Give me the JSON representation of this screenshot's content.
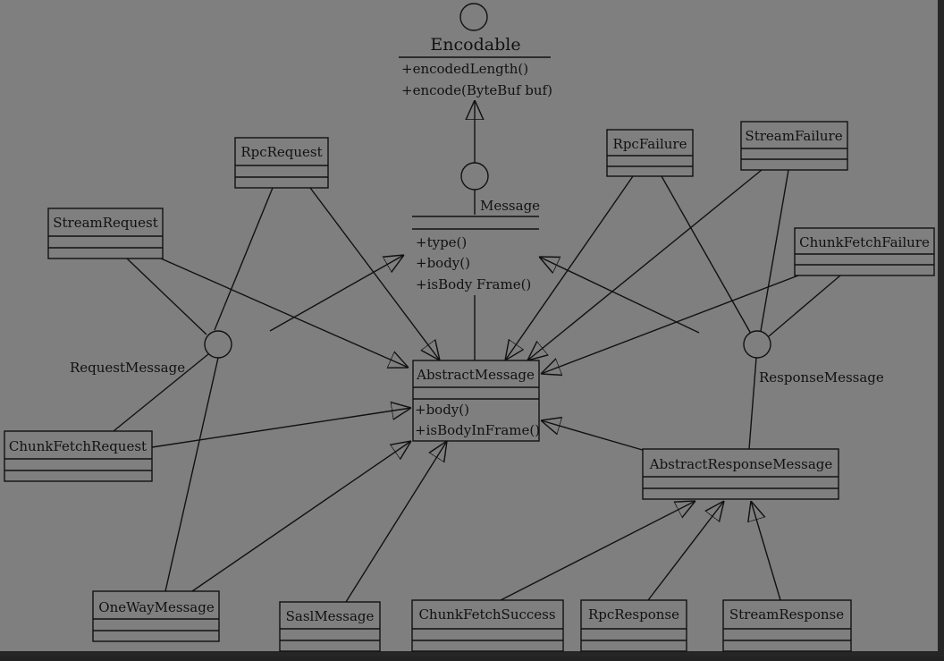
{
  "colors": {
    "canvas": "#7f7f7f",
    "stroke": "#111111",
    "frame_edge": "#262626",
    "text": "#111111"
  },
  "classes": {
    "encodable": {
      "name": "Encodable",
      "methods": [
        "+encodedLength()",
        "+encode(ByteBuf buf)"
      ]
    },
    "message": {
      "name": "Message",
      "methods": [
        "+type()",
        "+body()",
        "+isBody Frame()"
      ]
    },
    "abstract_message": {
      "name": "AbstractMessage",
      "methods": [
        "+body()",
        "+isBodyInFrame()"
      ]
    },
    "abstract_response_message": {
      "name": "AbstractResponseMessage"
    },
    "rpc_request": {
      "name": "RpcRequest"
    },
    "stream_request": {
      "name": "StreamRequest"
    },
    "chunk_fetch_request": {
      "name": "ChunkFetchRequest"
    },
    "rpc_failure": {
      "name": "RpcFailure"
    },
    "stream_failure": {
      "name": "StreamFailure"
    },
    "chunk_fetch_failure": {
      "name": "ChunkFetchFailure"
    },
    "one_way_message": {
      "name": "OneWayMessage"
    },
    "sasl_message": {
      "name": "SaslMessage"
    },
    "chunk_fetch_success": {
      "name": "ChunkFetchSuccess"
    },
    "rpc_response": {
      "name": "RpcResponse"
    },
    "stream_response": {
      "name": "StreamResponse"
    }
  },
  "interfaces": {
    "request_message": "RequestMessage",
    "response_message": "ResponseMessage"
  }
}
